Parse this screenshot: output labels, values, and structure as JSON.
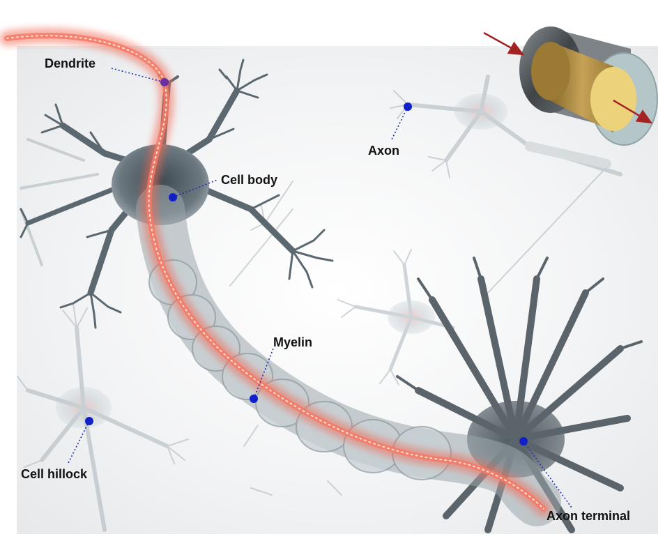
{
  "labels": {
    "dendrite": "Dendrite",
    "cell_body": "Cell body",
    "axon": "Axon",
    "myelin": "Myelin",
    "cell_hillock": "Cell hillock",
    "axon_terminal": "Axon terminal"
  },
  "colors": {
    "marker": "#1020c8",
    "leader_line": "#1a2fa8",
    "signal_glow": "#f26a55",
    "neuron_grey": "#5c6870",
    "cable_outer": "#4a4f53",
    "cable_insulation": "#b4c6c8",
    "cable_core": "#b08a3a",
    "cable_center": "#ecd27a",
    "arrow": "#a32222"
  },
  "icons": {
    "inset": "coaxial-cable-cross-section-icon"
  }
}
